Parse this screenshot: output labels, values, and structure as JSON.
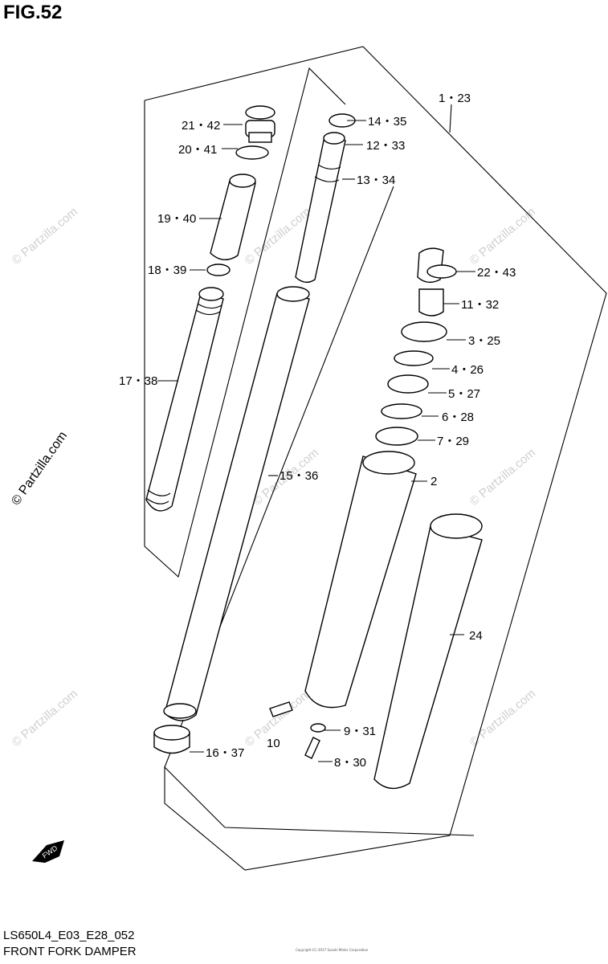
{
  "figure": {
    "title": "FIG.52",
    "model_code": "LS650L4_E03_E28_052",
    "caption": "FRONT FORK DAMPER",
    "fine_print": "Copyright (C) 2017 Suzuki Motor Corporation"
  },
  "watermark": {
    "text": "© Partzilla.com"
  },
  "direction_marker": {
    "label": "FWD"
  },
  "callouts": [
    {
      "id": "c-1-23",
      "label": "1・23"
    },
    {
      "id": "c-2",
      "label": "2"
    },
    {
      "id": "c-3-25",
      "label": "3・25"
    },
    {
      "id": "c-4-26",
      "label": "4・26"
    },
    {
      "id": "c-5-27",
      "label": "5・27"
    },
    {
      "id": "c-6-28",
      "label": "6・28"
    },
    {
      "id": "c-7-29",
      "label": "7・29"
    },
    {
      "id": "c-8-30",
      "label": "8・30"
    },
    {
      "id": "c-9-31",
      "label": "9・31"
    },
    {
      "id": "c-10",
      "label": "10"
    },
    {
      "id": "c-11-32",
      "label": "11・32"
    },
    {
      "id": "c-12-33",
      "label": "12・33"
    },
    {
      "id": "c-13-34",
      "label": "13・34"
    },
    {
      "id": "c-14-35",
      "label": "14・35"
    },
    {
      "id": "c-15-36",
      "label": "15・36"
    },
    {
      "id": "c-16-37",
      "label": "16・37"
    },
    {
      "id": "c-17-38",
      "label": "17・38"
    },
    {
      "id": "c-18-39",
      "label": "18・39"
    },
    {
      "id": "c-19-40",
      "label": "19・40"
    },
    {
      "id": "c-20-41",
      "label": "20・41"
    },
    {
      "id": "c-21-42",
      "label": "21・42"
    },
    {
      "id": "c-22-43",
      "label": "22・43"
    },
    {
      "id": "c-24",
      "label": "24"
    }
  ]
}
